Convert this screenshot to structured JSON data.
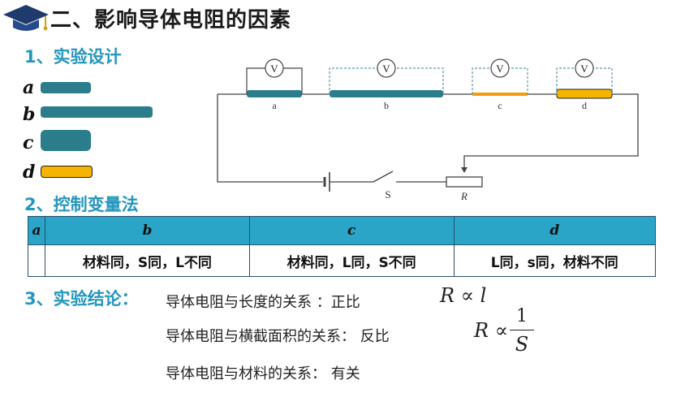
{
  "title": "二、影响导体电阻的因素",
  "section1": "1、实验设计",
  "section2": "2、控制变量法",
  "section3": "3、实验结论：",
  "rods": [
    {
      "label": "a",
      "color": "#2b7d8c"
    },
    {
      "label": "b",
      "color": "#2b7d8c"
    },
    {
      "label": "c",
      "color": "#2b7d8c"
    },
    {
      "label": "d",
      "color": "#f5b400"
    }
  ],
  "circuit": {
    "voltmeter_symbol": "V",
    "labels": [
      "a",
      "b",
      "c",
      "d"
    ],
    "switch_label": "S",
    "rheostat_label": "R",
    "colors": {
      "a": "#2b7d8c",
      "b": "#2b7d8c",
      "c": "#f39c12",
      "d": "#f5b400"
    }
  },
  "table": {
    "headers": [
      "a",
      "b",
      "c",
      "d"
    ],
    "row": [
      "",
      "材料同，S同，L不同",
      "材料同，L同，S不同",
      "L同，s同，材料不同"
    ]
  },
  "conclusions": [
    {
      "text": "导体电阻与长度的关系 ：正比",
      "formula": "R ∝ l"
    },
    {
      "text": "导体电阻与横截面积的关系：  反比",
      "formula_lhs": "R ∝",
      "numerator": "1",
      "denominator": "S"
    },
    {
      "text": "导体电阻与材料的关系：  有关"
    }
  ]
}
